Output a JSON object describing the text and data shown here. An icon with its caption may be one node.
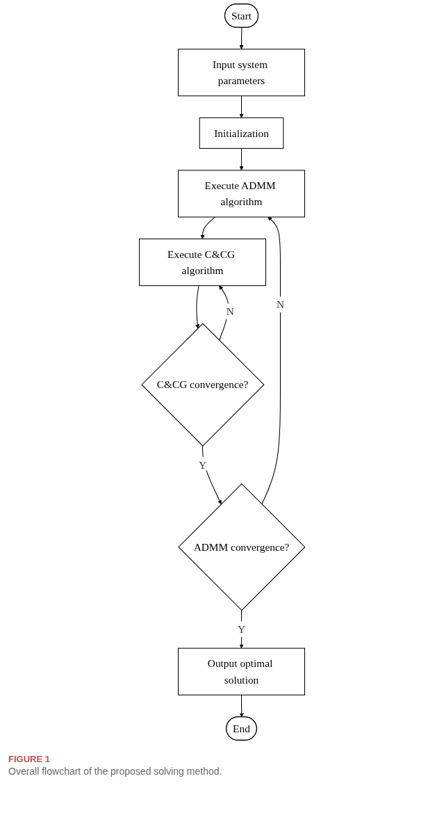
{
  "diagram": {
    "caption": "Overall flowchart of the proposed solving method.",
    "nodes": [
      {
        "text": [
          "Start"
        ]
      },
      {
        "text": [
          "Input system parameters"
        ]
      },
      {
        "text": [
          "Initialization"
        ]
      },
      {
        "text": [
          "Execute ADMM algorithm"
        ]
      },
      {
        "text": [
          "Execute C&CG algorithm"
        ]
      },
      {
        "text": [
          "C&CG convergence?"
        ]
      },
      {
        "text": [
          "ADMM convergence?"
        ]
      },
      {
        "text": [
          "Output optimal solution"
        ]
      },
      {
        "text": [
          "End"
        ]
      }
    ],
    "edges": [
      {
        "from": 0,
        "to": 1,
        "arrow": "to"
      },
      {
        "from": 1,
        "to": 2,
        "arrow": "to"
      },
      {
        "from": 2,
        "to": 3,
        "arrow": "to"
      },
      {
        "from": 3,
        "to": 4,
        "arrow": "to"
      },
      {
        "from": 4,
        "to": 5,
        "arrow": "to"
      },
      {
        "from": 5,
        "to": 4,
        "label": "N",
        "arrow": "to"
      },
      {
        "from": 5,
        "to": 6,
        "label": "Y",
        "arrow": "to"
      },
      {
        "from": 6,
        "to": 3,
        "label": "N",
        "arrow": "to"
      },
      {
        "from": 6,
        "to": 7,
        "label": "Y",
        "arrow": "to"
      },
      {
        "from": 7,
        "to": 8,
        "arrow": "to"
      }
    ],
    "labels": [
      "FIGURE 1"
    ]
  }
}
